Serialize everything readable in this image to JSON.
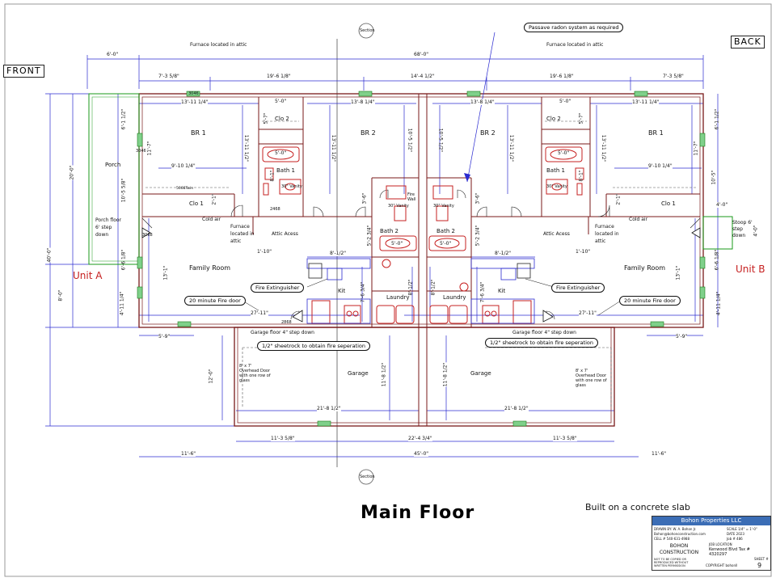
{
  "header": {
    "front_label": "FRONT",
    "back_label": "BACK",
    "section_label": "Section",
    "furnace_note_left": "Furnace located in attic",
    "furnace_note_right": "Furnace located in attic",
    "radon_note": "Passave radon system as required"
  },
  "dimensions": {
    "overall_width": "68'-0\"",
    "porch_offset": "6'-0\"",
    "top_left_1": "7'-3 5/8\"",
    "top_left_2": "19'-6 1/8\"",
    "top_center": "14'-4 1/2\"",
    "top_right_2": "19'-6 1/8\"",
    "top_right_1": "7'-3 5/8\"",
    "overall_depth": "40'-0\"",
    "left_depth_upper": "20'-0\"",
    "left_depth_lower": "8'-0\"",
    "garage_depth": "12'-0\"",
    "garage_lower_left": "11'-6\"",
    "garage_lower_right": "11'-6\"",
    "garage_total_width": "45'-0\"",
    "garage_seg_left": "11'-3 5/8\"",
    "garage_seg_center": "22'-4 3/4\"",
    "garage_seg_right": "11'-3 5/8\"",
    "garage_inner_left": "21'-8 1/2\"",
    "garage_inner_right": "21'-8 1/2\"",
    "garage_depth_left": "11'-8 1/2\"",
    "garage_depth_right": "11'-8 1/2\"",
    "family_width_left": "27'-11\"",
    "family_width_right": "27'-11\"",
    "left_side_5_9": "5'-9\"",
    "right_side_5_9": "5'-9\"",
    "right_4_0": "4'-0\"",
    "right_4_0b": "4'-0\""
  },
  "unit_a": {
    "label": "Unit A",
    "porch": "Porch",
    "porch_floor": "Porch floor 6' step down",
    "br1": "BR 1",
    "br1_w": "13'-11 1/4\"",
    "br1_h": "13'-11 1/2\"",
    "br1_side": "11'-7\"",
    "br1_top": "6'-1 1/2\"",
    "br1_lower": "10'-5 5/8\"",
    "br1_closet_w": "9'-10 1/4\"",
    "clo1": "Clo 1",
    "clo2": "Clo 2",
    "clo2_w": "5'-0\"",
    "clo2_h": "5'-7\"",
    "br2": "BR 2",
    "br2_w": "13'-8 1/4\"",
    "br2_h": "13'-11 1/2\"",
    "br2_side": "10'-5 1/2\"",
    "bath1": "Bath 1",
    "bath1_tub": "5'-0\"",
    "bath1_vanity": "30\" Vanity",
    "bath1_h": "8'-1\"",
    "bath2": "Bath 2",
    "bath2_tub": "5'-0\"",
    "bath2_vanity": "30\" Vanity",
    "family": "Family Room",
    "family_h": "13'-1\"",
    "family_side_upper": "6'-6 1/8\"",
    "family_side_lower": "4'-11 1/4\"",
    "furnace": "Furnace located in attic",
    "attic": "Attic Acess",
    "attic_w": "1'-10\"",
    "cold_air": "Cold air",
    "kit": "Kit",
    "kit_w": "8'-1/2\"",
    "kit_h": "7'-6 3/4\"",
    "laundry": "Laundry",
    "laundry_h": "8'-1/2\"",
    "bath2_h": "5'-2 3/4\"",
    "hall_h": "3'-6\"",
    "closet_2_1": "2'-1\"",
    "fire_ext": "Fire Extinguisher",
    "fire_door": "20 minute Fire door",
    "garage": "Garage",
    "garage_floor": "Garage floor 4\" step down",
    "sheetrock": "1/2\" sheetrock to obtain fire seperation",
    "overhead_door": "8' x 7' Overhead Door with one row of glass",
    "door_3046": "3046",
    "door_2868": "2868",
    "door_2468": "2468",
    "door_3068": "3068",
    "door_5068": "5068Twin",
    "window_3046": "3046",
    "fire_wall": "Fire Wall"
  },
  "unit_b": {
    "label": "Unit B",
    "stoop": "Stoop 6' step down",
    "br1": "BR 1",
    "br1_w": "13'-11 1/4\"",
    "br1_h": "13'-11 1/2\"",
    "br1_side": "11'-7\"",
    "br1_top": "6'-1 1/2\"",
    "br1_lower": "10'-5\"",
    "br1_closet_w": "9'-10 1/4\"",
    "clo1": "Clo 1",
    "clo2": "Clo 2",
    "clo2_w": "5'-0\"",
    "clo2_h": "5'-7\"",
    "br2": "BR 2",
    "br2_w": "13'-8 1/4\"",
    "br2_h": "13'-11 1/2\"",
    "br2_side": "10'-5 1/2\"",
    "bath1": "Bath 1",
    "bath1_tub": "5'-0\"",
    "bath1_vanity": "30\" Vanity",
    "bath1_h": "8'-1\"",
    "bath2": "Bath 2",
    "bath2_tub": "5'-0\"",
    "bath2_vanity": "30\" Vanity",
    "family": "Family Room",
    "family_h": "13'-1\"",
    "family_side_upper": "6'-6 1/8\"",
    "family_side_lower": "4'-11 1/4\"",
    "furnace": "Furnace located in attic",
    "attic": "Attic Acess",
    "attic_w": "1'-10\"",
    "cold_air": "Cold air",
    "kit": "Kit",
    "kit_w": "8'-1/2\"",
    "kit_h": "7'-6 3/4\"",
    "laundry": "Laundry",
    "laundry_h": "8'-1/2\"",
    "bath2_h": "5'-2 3/4\"",
    "hall_h": "3'-6\"",
    "closet_2_1": "2'-1\"",
    "fire_ext": "Fire Extinguisher",
    "fire_door": "20 minute Fire door",
    "garage": "Garage",
    "garage_floor": "Garage floor 4\" step down",
    "sheetrock": "1/2\" sheetrock to obtain fire seperation",
    "overhead_door": "8' x 7' Overhead Door with one row of glass"
  },
  "footer": {
    "title": "Main Floor",
    "note": "Built on a concrete slab"
  },
  "title_block": {
    "company": "Bohon Properties LLC",
    "drawn_by": "DRAWN BY:  W. A. Bohon Jr.",
    "scale": "SCALE 1/4\" = 1'-0\"",
    "email": "Bohon@bohonconstruction.com",
    "date": "DATE 2023",
    "cell": "CELL #  540-631-4988",
    "job": "Job #  486",
    "builder": "BOHON CONSTRUCTION",
    "job_location": "JOB LOCATION",
    "location": "Kenwood Blvd Tax # 4320297",
    "copyright_note": "NOT TO BE COPIED OR REPRODUCED WITHOUT WRITTEN PERMISSION",
    "copyright": "COPYRIGHT bohonll",
    "sheet_label": "SHEET #",
    "sheet": "9"
  }
}
